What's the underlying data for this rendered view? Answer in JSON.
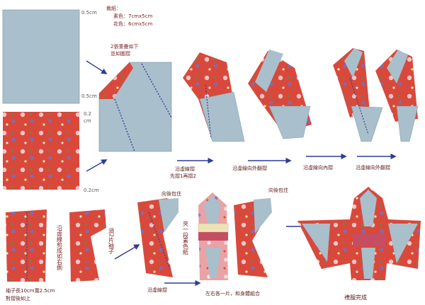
{
  "header": {
    "title": "裁紙：",
    "plain_size": "素色：7cmx5cm",
    "pattern_size": "花色：6cmx5cm"
  },
  "dims": {
    "top_margin": "0.5cm",
    "middle_margin": "0.5cm",
    "pattern_top": "0.2",
    "pattern_unit": "cm",
    "pattern_bottom": "0.2cm"
  },
  "notes": {
    "stack_line1": "2張重疊如下",
    "stack_line2": "並如圖摺",
    "fold_center_line1": "沿虛線摺",
    "fold_center_line2": "先摺1再摺2",
    "fold_out1": "沿虛線向外翻摺",
    "fold_in": "沿虛線向內摺",
    "fold_out2": "沿虛線向外翻摺",
    "sleeve_size_line1": "袖子長10cm寬2.5cm",
    "sleeve_size_line2": "對摺後如上",
    "sleeve_cut_vertical": "沿虛線剪成如右側",
    "sleeve_pair_vertical": "須2片袖子",
    "fold_sleeve": "沿虛線摺",
    "wrap_back_left": "向後包住",
    "sash_vertical": "夾一段素色紙",
    "wrap_back_right": "向後包住",
    "combine": "左右各一片，和身體組合",
    "done": "禮服完成"
  },
  "colors": {
    "plain_paper": "#a9bfcb",
    "pattern_red": "#d8493c",
    "pattern_pink": "#e9a3a4",
    "sash_cream": "#eee3b6",
    "sash_rose": "#c64e63",
    "arrow": "#2c3c98"
  }
}
